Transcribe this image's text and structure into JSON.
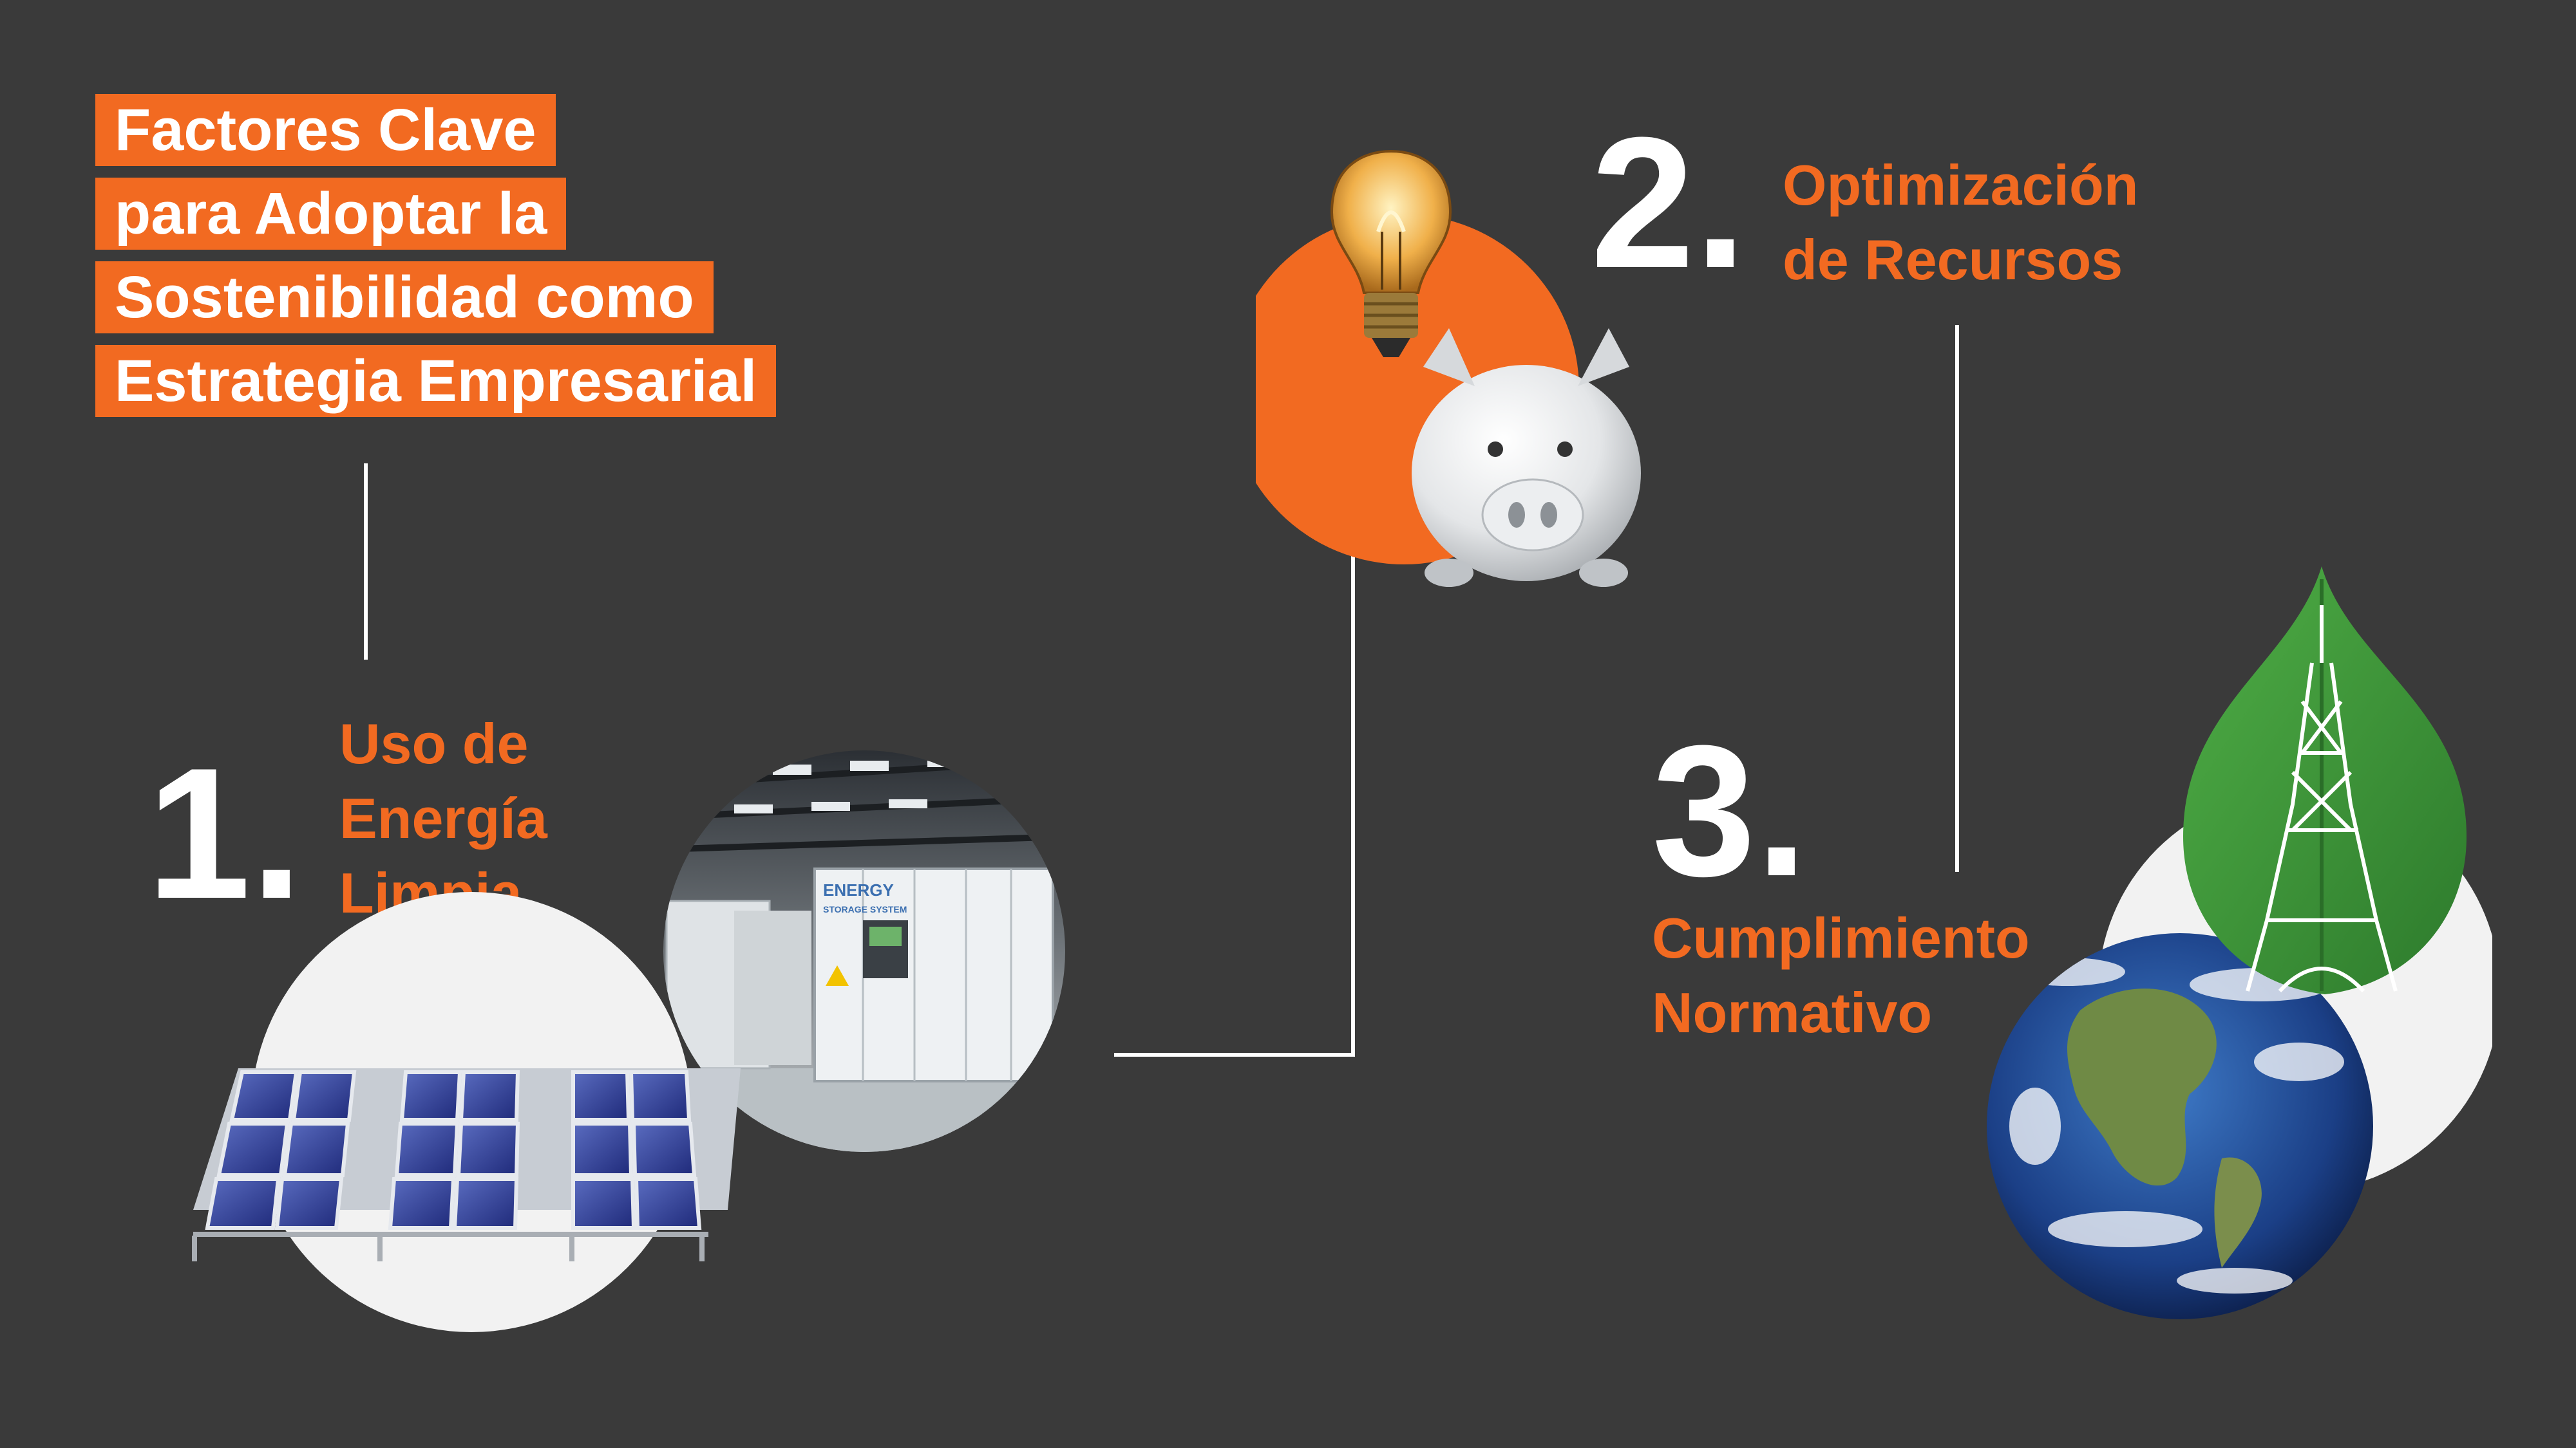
{
  "title": {
    "lines": [
      "Factores Clave",
      "para Adoptar la",
      "Sostenibilidad como",
      "Estrategia Empresarial"
    ]
  },
  "factors": [
    {
      "number": "1.",
      "label_lines": [
        "Uso de",
        "Energía",
        "Limpia"
      ]
    },
    {
      "number": "2.",
      "label_lines": [
        "Optimización",
        "de Recursos"
      ]
    },
    {
      "number": "3.",
      "label_lines": [
        "Cumplimiento",
        "Normativo"
      ]
    }
  ],
  "container_text": {
    "line1": "ENERGY",
    "line2": "STORAGE SYSTEM"
  },
  "colors": {
    "background": "#3a3a3a",
    "accent": "#f26a21",
    "text": "#ffffff",
    "circle": "#f2f2f2",
    "leaf": "#3f9a3a"
  },
  "icons": [
    "solar-panel-icon",
    "battery-storage-icon",
    "light-bulb-icon",
    "piggy-bank-icon",
    "earth-globe-icon",
    "leaf-eiffel-tower-icon"
  ]
}
